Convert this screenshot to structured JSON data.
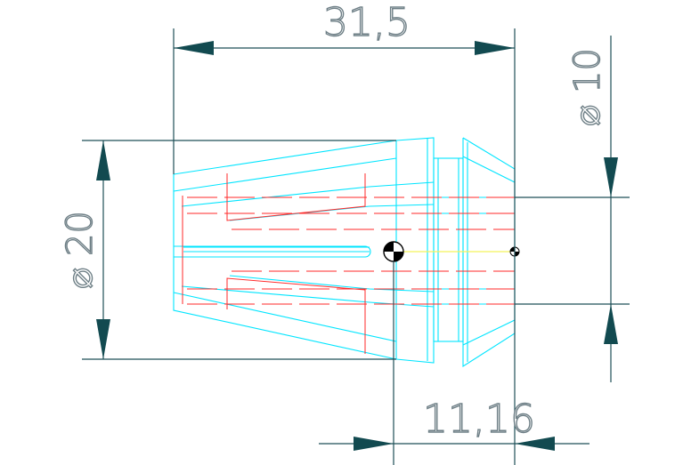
{
  "drawing": {
    "dimensions": {
      "overall_length": "31,5",
      "outer_diameter": "⌀ 20",
      "bore_diameter": "⌀ 10",
      "offset_length": "11,16"
    },
    "colors": {
      "background": "#ffffff",
      "part_outline": "#00e5ff",
      "hidden_lines": "#ff2a2a",
      "dimension_lines": "#1e4f57",
      "arrowheads": "#124a50",
      "centerline": "#f3f35a",
      "dimension_text": "#6e7f86"
    },
    "icons": [
      "center-of-gravity-marker",
      "reference-point-marker"
    ]
  }
}
